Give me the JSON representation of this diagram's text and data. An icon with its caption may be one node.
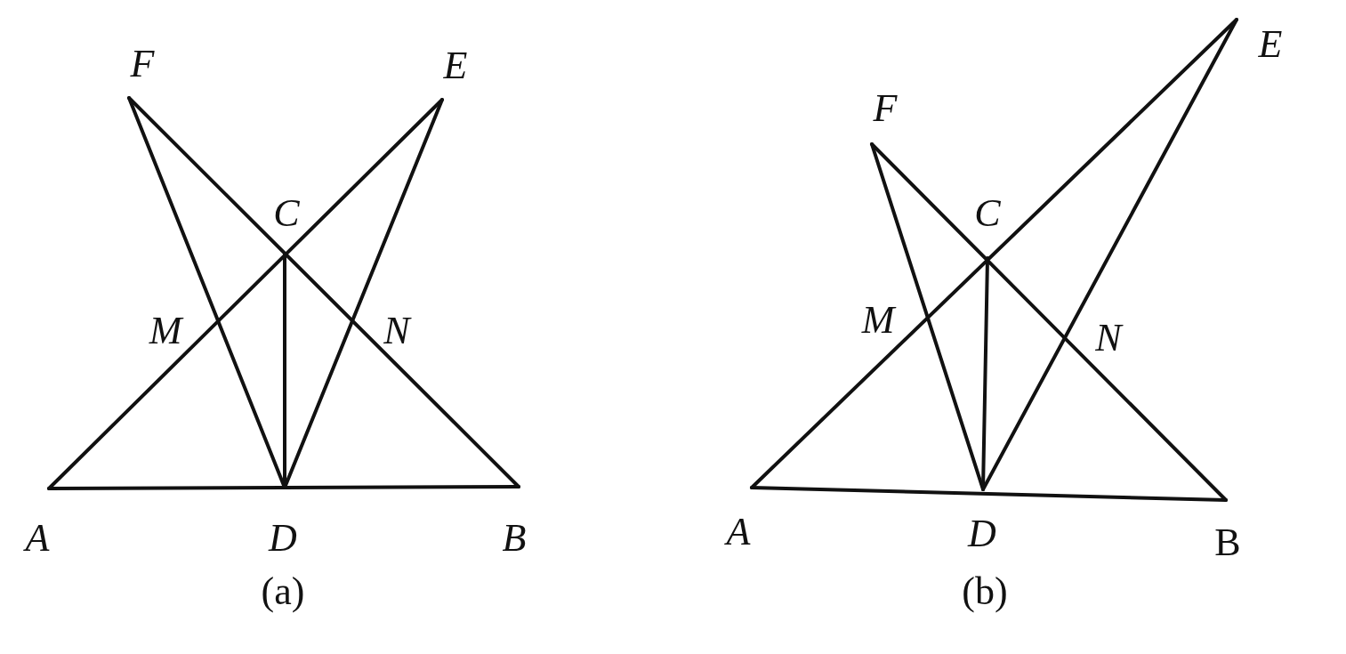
{
  "diagram": {
    "labels": [
      "F",
      "E",
      "C",
      "M",
      "N",
      "A",
      "D",
      "B",
      "(a)",
      "F",
      "E",
      "C",
      "M",
      "N",
      "A",
      "D",
      "B",
      "(b)"
    ]
  }
}
